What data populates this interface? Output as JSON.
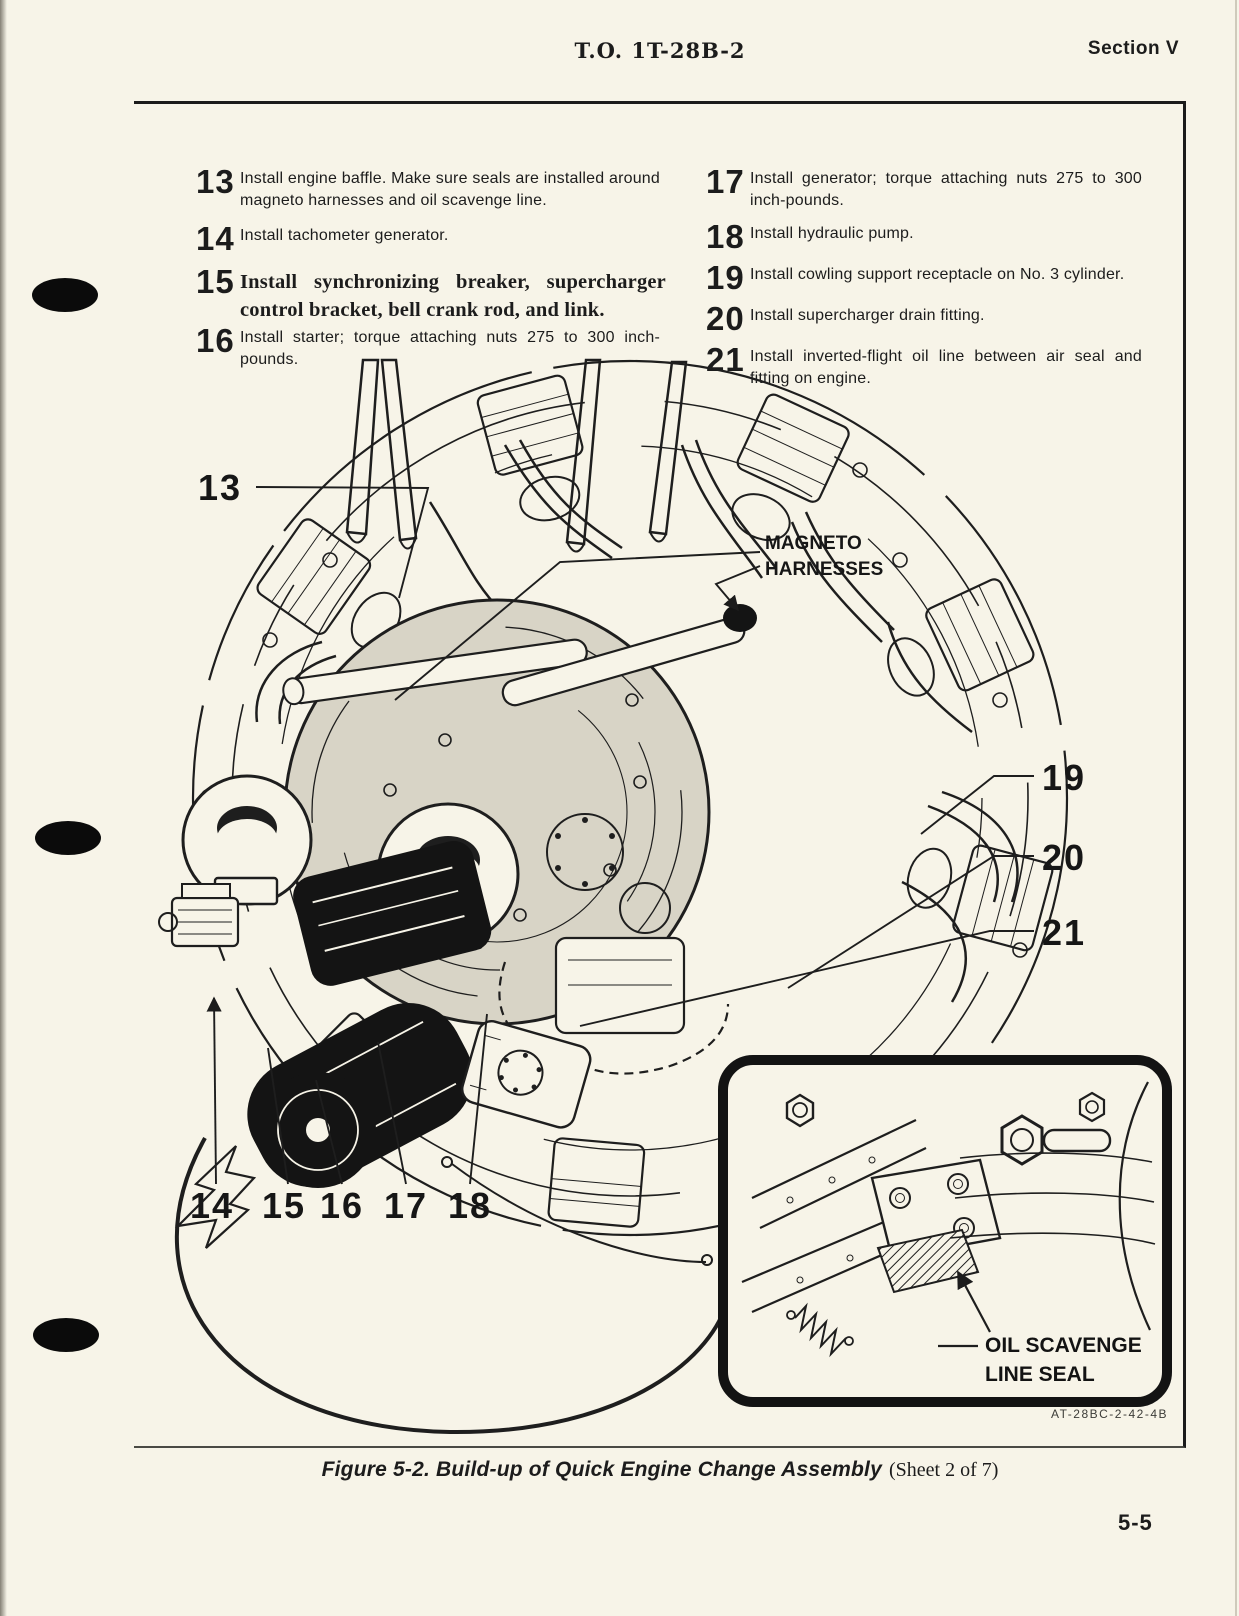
{
  "header": {
    "doc_number": "T.O. 1T-28B-2",
    "section": "Section V"
  },
  "instructions": {
    "left": [
      {
        "num": "13",
        "text": "Install engine baffle. Make sure seals are installed around magneto harnesses and oil scavenge line."
      },
      {
        "num": "14",
        "text": "Install tachometer generator."
      },
      {
        "num": "15",
        "text": "Install synchronizing breaker, supercharger control bracket, bell crank rod, and link."
      },
      {
        "num": "16",
        "text": "Install starter; torque attaching nuts 275 to 300 inch-pounds."
      }
    ],
    "right": [
      {
        "num": "17",
        "text": "Install generator; torque attaching nuts 275 to 300 inch-pounds."
      },
      {
        "num": "18",
        "text": "Install hydraulic pump."
      },
      {
        "num": "19",
        "text": "Install cowling support receptacle on No. 3 cylinder."
      },
      {
        "num": "20",
        "text": "Install supercharger drain fitting."
      },
      {
        "num": "21",
        "text": "Install inverted-flight oil line between air seal and fitting on engine."
      }
    ]
  },
  "figure": {
    "callouts": {
      "n13": "13",
      "n14": "14",
      "n15": "15",
      "n16": "16",
      "n17": "17",
      "n18": "18",
      "n19": "19",
      "n20": "20",
      "n21": "21"
    },
    "labels": {
      "magneto_line1": "MAGNETO",
      "magneto_line2": "HARNESSES",
      "oil_line1": "OIL SCAVENGE",
      "oil_line2": "LINE SEAL"
    },
    "image_code": "AT-28BC-2-42-4B"
  },
  "caption": {
    "main": "Figure 5-2. Build-up of Quick Engine Change Assembly",
    "sheet": "(Sheet 2 of 7)"
  },
  "page_number": "5-5",
  "colors": {
    "paper": "#f7f4e8",
    "ink": "#1c1c1c",
    "baffle_gray": "#d8d4c6"
  }
}
